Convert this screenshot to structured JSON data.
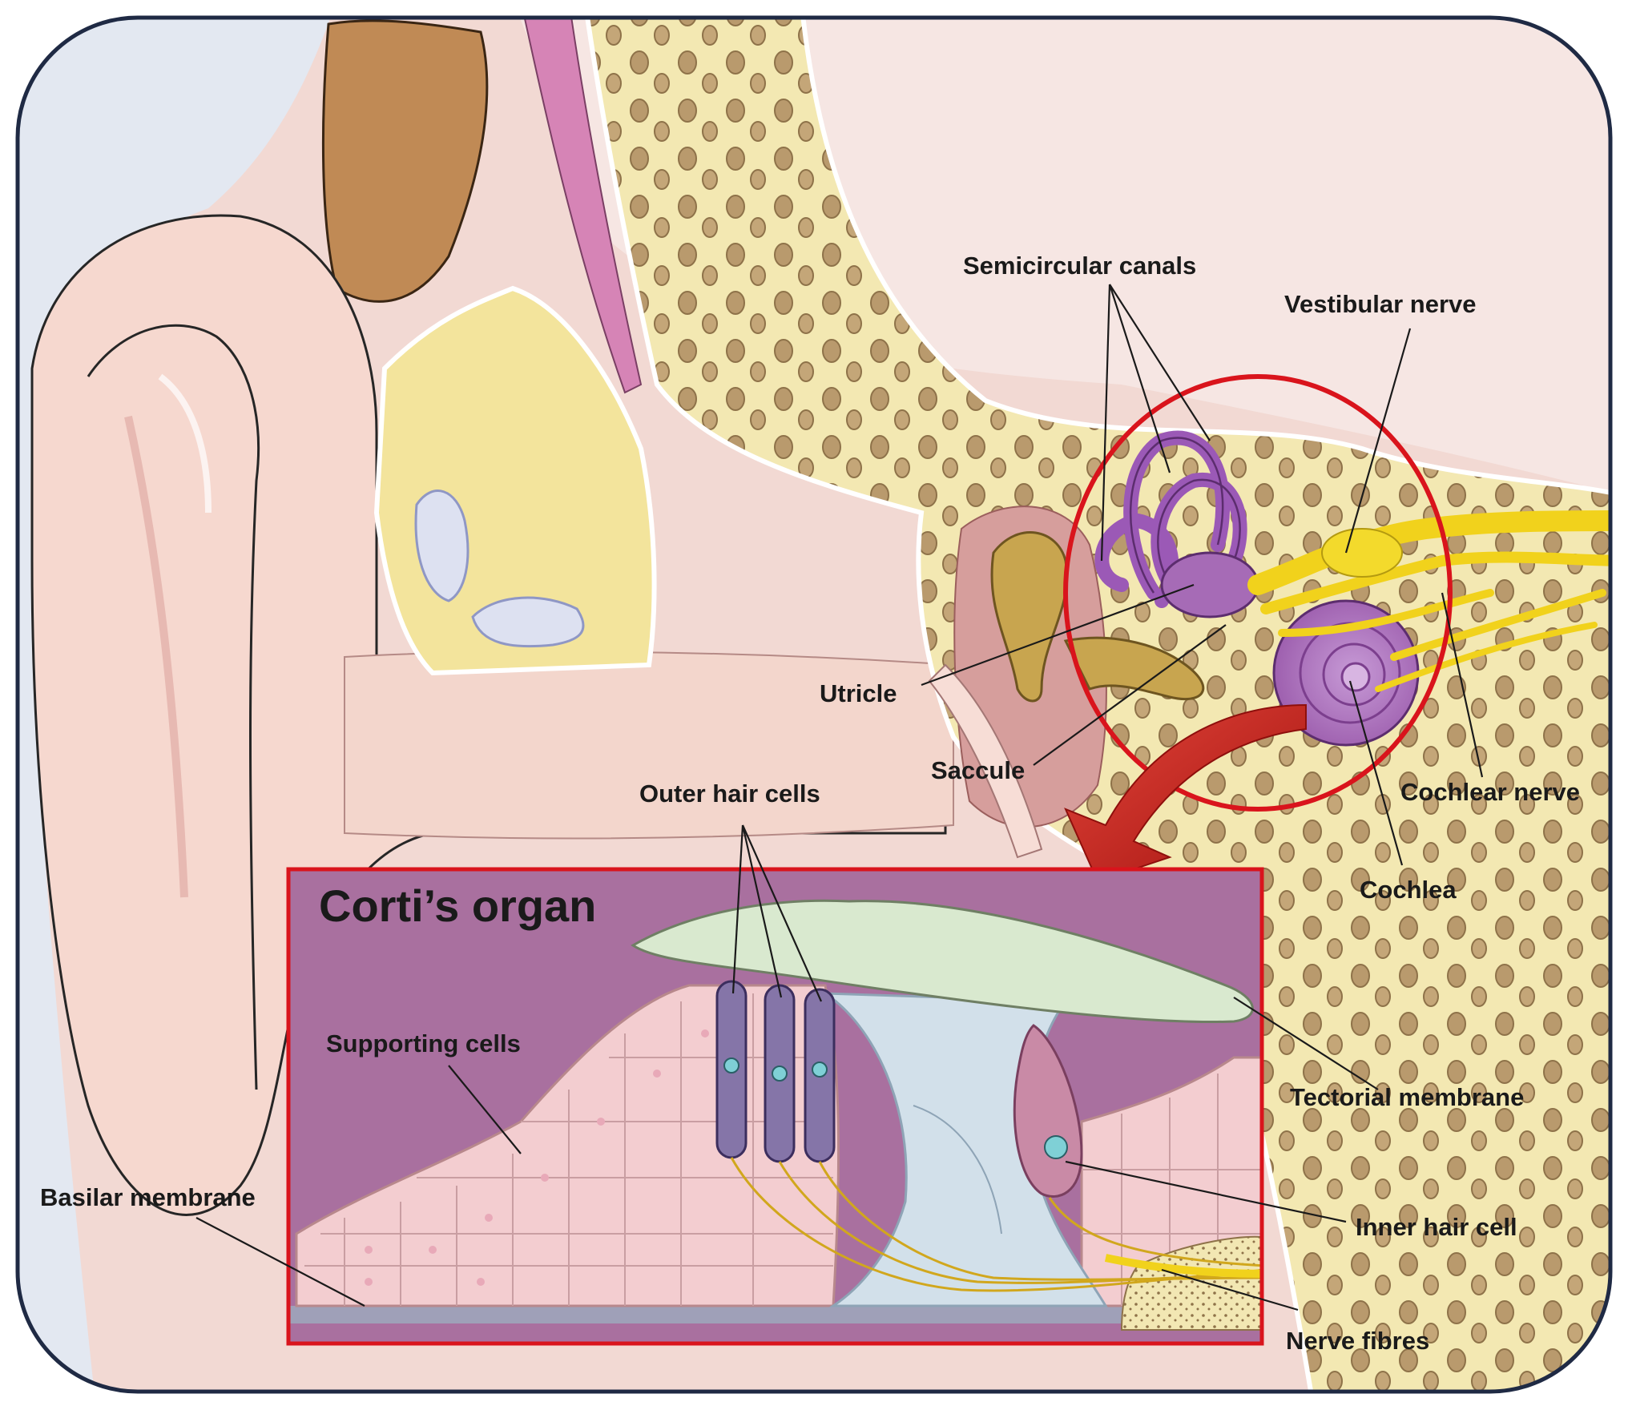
{
  "labels": {
    "semicircular_canals": "Semicircular canals",
    "vestibular_nerve": "Vestibular nerve",
    "utricle": "Utricle",
    "saccule": "Saccule",
    "cochlear_nerve": "Cochlear nerve",
    "cochlea": "Cochlea",
    "outer_hair_cells": "Outer hair cells",
    "cortis_organ": "Corti’s organ",
    "supporting_cells": "Supporting cells",
    "tectorial_membrane": "Tectorial membrane",
    "basilar_membrane": "Basilar membrane",
    "inner_hair_cell": "Inner hair cell",
    "nerve_fibres": "Nerve fibres"
  },
  "colors": {
    "frame_border": "#1f2a44",
    "highlight_red": "#d9141c",
    "bone": "#f4e9b4",
    "pink_tissue": "#f4d7d0",
    "purple_labyrinth": "#a66bb6",
    "nerve_yellow": "#f1d21c",
    "corti_background": "#a9709f",
    "tectorial": "#d9e9cf",
    "hair_cell": "#8575a8",
    "hair_tuft": "#8c5a2b"
  }
}
